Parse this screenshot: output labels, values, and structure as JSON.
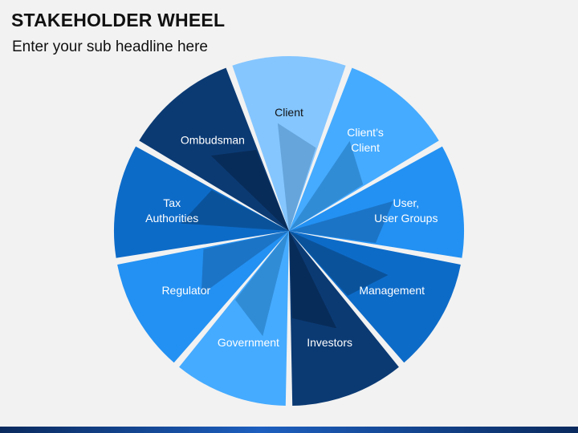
{
  "title": "STAKEHOLDER WHEEL",
  "subtitle": "Enter your sub headline here",
  "segments": [
    {
      "lines": [
        "Client"
      ],
      "color": "#85c6ff",
      "shade": "#5f9fd6",
      "text_color": "#111111"
    },
    {
      "lines": [
        "Client’s",
        "Client"
      ],
      "color": "#45abff",
      "shade": "#2e86cf",
      "text_color": "#ffffff"
    },
    {
      "lines": [
        "User,",
        "User Groups"
      ],
      "color": "#2391f3",
      "shade": "#1b6fbd",
      "text_color": "#ffffff"
    },
    {
      "lines": [
        "Management"
      ],
      "color": "#0d6bc8",
      "shade": "#0a4f93",
      "text_color": "#ffffff"
    },
    {
      "lines": [
        "Investors"
      ],
      "color": "#0b3a73",
      "shade": "#082a55",
      "text_color": "#ffffff"
    },
    {
      "lines": [
        "Government"
      ],
      "color": "#45abff",
      "shade": "#2e86cf",
      "text_color": "#ffffff"
    },
    {
      "lines": [
        "Regulator"
      ],
      "color": "#2391f3",
      "shade": "#1b6fbd",
      "text_color": "#ffffff"
    },
    {
      "lines": [
        "Tax",
        "Authorities"
      ],
      "color": "#0d6bc8",
      "shade": "#0a4f93",
      "text_color": "#ffffff"
    },
    {
      "lines": [
        "Ombudsman"
      ],
      "color": "#0b3a73",
      "shade": "#082a55",
      "text_color": "#ffffff"
    }
  ]
}
